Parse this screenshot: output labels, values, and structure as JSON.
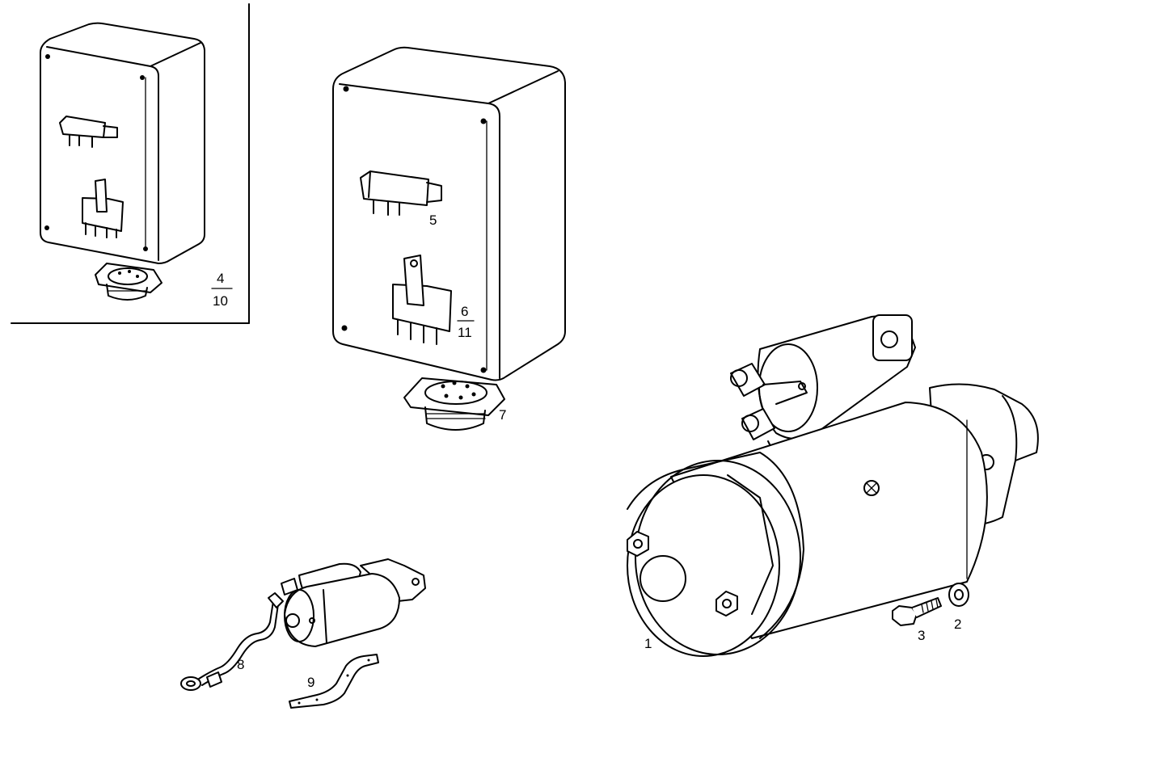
{
  "labels": {
    "starter_motor": "1",
    "washer": "2",
    "bolt": "3",
    "box_small_top": "4",
    "box_small_bottom": "10",
    "relay_horizontal": "5",
    "relay_vertical_top": "6",
    "relay_vertical_bottom": "11",
    "connector": "7",
    "ground_cable": "8",
    "ground_strap": "9"
  },
  "colors": {
    "line": "#000000",
    "background": "#ffffff"
  }
}
